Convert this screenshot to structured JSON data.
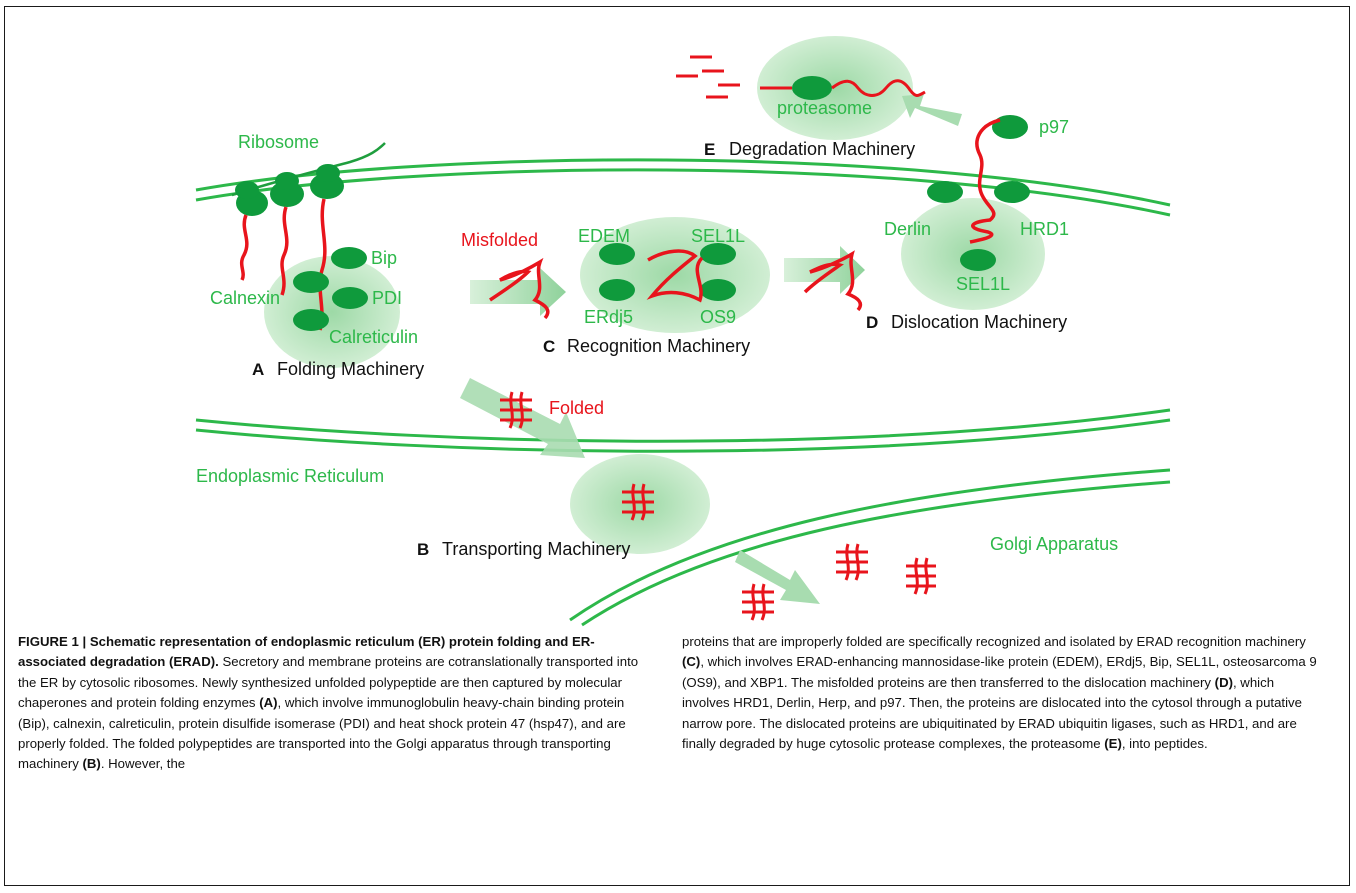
{
  "figure": {
    "labels": {
      "ribosome": "Ribosome",
      "bip": "Bip",
      "calnexin": "Calnexin",
      "pdi": "PDI",
      "calreticulin": "Calreticulin",
      "misfolded": "Misfolded",
      "edem": "EDEM",
      "sel1l_c": "SEL1L",
      "erdj5": "ERdj5",
      "os9": "OS9",
      "derlin": "Derlin",
      "hrd1": "HRD1",
      "sel1l_d": "SEL1L",
      "p97": "p97",
      "proteasome": "proteasome",
      "folded": "Folded",
      "er": "Endoplasmic Reticulum",
      "golgi": "Golgi Apparatus"
    },
    "panels": {
      "a": {
        "letter": "A",
        "text": "Folding Machinery"
      },
      "b": {
        "letter": "B",
        "text": "Transporting Machinery"
      },
      "c": {
        "letter": "C",
        "text": "Recognition Machinery"
      },
      "d": {
        "letter": "D",
        "text": "Dislocation Machinery"
      },
      "e": {
        "letter": "E",
        "text": "Degradation Machinery"
      }
    },
    "colors": {
      "green": "#2db84a",
      "red": "#e8141c",
      "oval": "#c9ebcc",
      "blob": "#0f9a3c"
    }
  },
  "caption": {
    "title": "FIGURE 1 | Schematic representation of endoplasmic reticulum (ER) protein folding and ER-associated degradation (ERAD).",
    "p1": " Secretory and membrane proteins are cotranslationally transported into the ER by cytosolic ribosomes. Newly synthesized unfolded polypeptide are then captured by molecular chaperones and protein folding enzymes ",
    "ref_a": "(A)",
    "p2": ", which involve immunoglobulin heavy-chain binding protein (Bip), calnexin, calreticulin, protein disulfide isomerase (PDI) and heat shock protein 47 (hsp47), and are properly folded. The folded polypeptides are transported into the Golgi apparatus through transporting machinery ",
    "ref_b": "(B)",
    "p3": ". However, the proteins that are improperly folded are specifically recognized and isolated by ERAD recognition machinery ",
    "ref_c": "(C)",
    "p4": ", which involves ERAD-enhancing mannosidase-like protein (EDEM), ERdj5, Bip, SEL1L, osteosarcoma 9 (OS9), and XBP1. The misfolded proteins are then transferred to the dislocation machinery ",
    "ref_d": "(D)",
    "p5": ", which involves HRD1, Derlin, Herp, and p97. Then, the proteins are dislocated into the cytosol through a putative narrow pore. The dislocated proteins are ubiquitinated by ERAD ubiquitin ligases, such as HRD1, and are finally degraded by huge cytosolic protease complexes, the proteasome ",
    "ref_e": "(E)",
    "p6": ", into peptides."
  }
}
